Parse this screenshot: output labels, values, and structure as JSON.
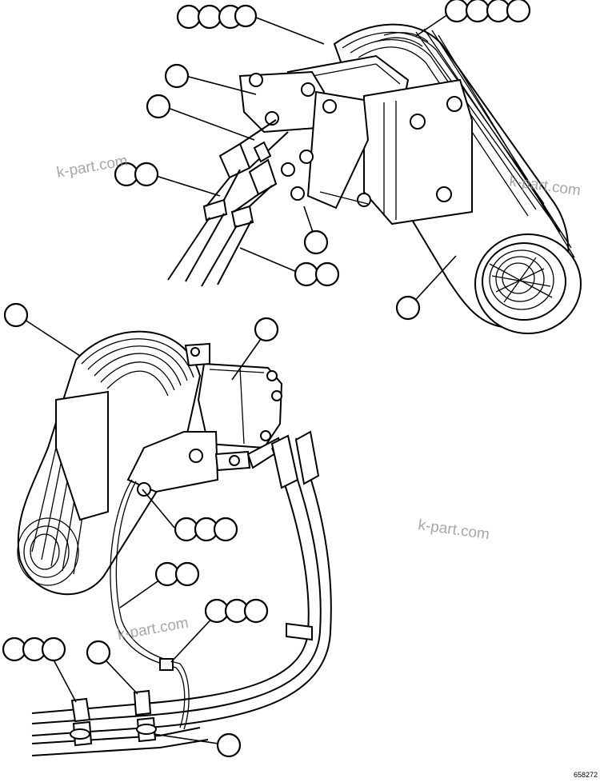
{
  "watermarks": [
    "k-part.com",
    "k-part.com",
    "k-part.com",
    "k-part.com"
  ],
  "drawing_code": "658272",
  "colors": {
    "ink": "#000000",
    "paper": "#ffffff",
    "watermark": "#8a8a8a"
  },
  "callout_groups": [
    {
      "name": "callout-group-top-left-four",
      "count": 4
    },
    {
      "name": "callout-group-top-right-four",
      "count": 4
    },
    {
      "name": "callout-single-upper-a",
      "count": 1
    },
    {
      "name": "callout-single-upper-b",
      "count": 1
    },
    {
      "name": "callout-group-pair-left",
      "count": 2
    },
    {
      "name": "callout-single-upper-c",
      "count": 1
    },
    {
      "name": "callout-group-pair-lower",
      "count": 2
    },
    {
      "name": "callout-single-upper-d",
      "count": 1
    },
    {
      "name": "callout-single-lower-left",
      "count": 1
    },
    {
      "name": "callout-single-lower-center",
      "count": 1
    },
    {
      "name": "callout-group-three-mid",
      "count": 3
    },
    {
      "name": "callout-group-pair-mid",
      "count": 2
    },
    {
      "name": "callout-group-three-right",
      "count": 3
    },
    {
      "name": "callout-group-three-left",
      "count": 3
    },
    {
      "name": "callout-single-lower-a",
      "count": 1
    },
    {
      "name": "callout-single-lower-b",
      "count": 1
    }
  ]
}
